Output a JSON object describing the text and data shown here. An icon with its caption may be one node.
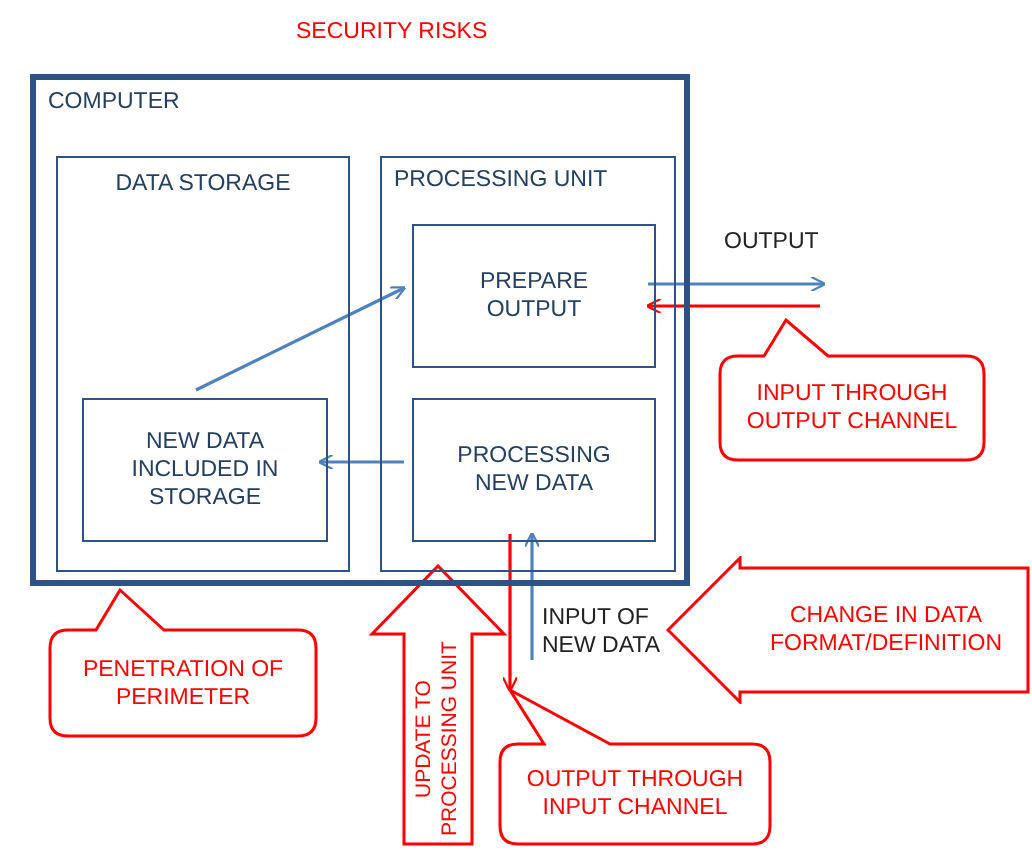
{
  "diagram": {
    "title": "SECURITY RISKS",
    "nodes": [
      {
        "text": [
          "COMPUTER"
        ]
      },
      {
        "text": [
          "DATA STORAGE"
        ],
        "in": 0
      },
      {
        "text": [
          "NEW DATA INCLUDED IN STORAGE"
        ],
        "in": 1
      },
      {
        "text": [
          "PROCESSING UNIT"
        ],
        "in": 0
      },
      {
        "text": [
          "PREPARE OUTPUT"
        ],
        "in": 3
      },
      {
        "text": [
          "PROCESSING NEW DATA"
        ],
        "in": 3
      },
      {
        "text": [
          "OUTPUT"
        ]
      },
      {
        "text": [
          "INPUT THROUGH OUTPUT CHANNEL"
        ]
      },
      {
        "text": [
          "PENETRATION OF PERIMETER"
        ]
      },
      {
        "text": [
          "CHANGE IN DATA FORMAT/DEFINITION"
        ]
      },
      {
        "text": [
          "OUTPUT THROUGH INPUT CHANNEL"
        ]
      }
    ],
    "edges": [
      {
        "from": 2,
        "to": 4,
        "arrow": "to"
      },
      {
        "from": 5,
        "to": 2,
        "arrow": "to"
      },
      {
        "from": 4,
        "to": 6,
        "arrow": "to"
      },
      {
        "from": null,
        "to": 4,
        "arrow": "to",
        "color": "#ff0000"
      },
      {
        "from": null,
        "to": 5,
        "arrow": "to",
        "label": "INPUT OF NEW DATA"
      },
      {
        "from": 5,
        "to": 10,
        "arrow": "to",
        "color": "#ff0000"
      },
      {
        "from": null,
        "to": 3,
        "arrow": "to",
        "style": "thick",
        "color": "#ff0000",
        "label": "UPDATE TO PROCESSING UNIT"
      }
    ]
  }
}
